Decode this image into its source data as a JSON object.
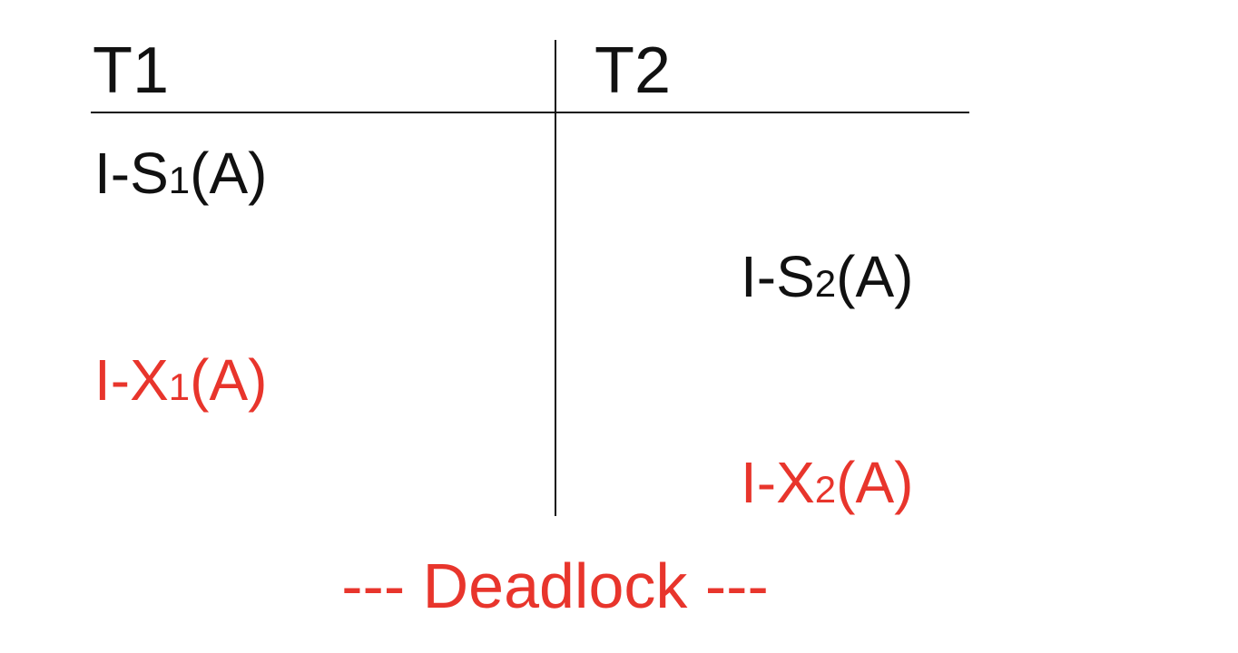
{
  "columns": {
    "t1": "T1",
    "t2": "T2"
  },
  "schedule": [
    {
      "prefix": "I-S",
      "sub": "1",
      "suffix": "(A)",
      "column": "T1",
      "color": "#111111"
    },
    {
      "prefix": "I-S",
      "sub": "2",
      "suffix": "(A)",
      "column": "T2",
      "color": "#111111"
    },
    {
      "prefix": "I-X",
      "sub": "1",
      "suffix": "(A)",
      "column": "T1",
      "color": "#e8352c"
    },
    {
      "prefix": "I-X",
      "sub": "2",
      "suffix": "(A)",
      "column": "T2",
      "color": "#e8352c"
    }
  ],
  "caption": "--- Deadlock ---",
  "colors": {
    "text": "#111111",
    "highlight": "#e8352c",
    "background": "#ffffff"
  }
}
